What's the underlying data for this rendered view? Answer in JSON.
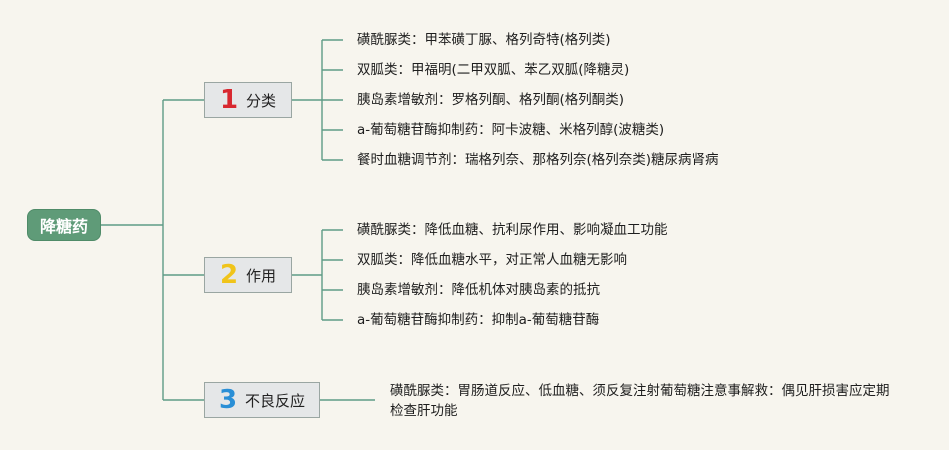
{
  "root": {
    "label": "降糖药"
  },
  "branches": [
    {
      "num": "1",
      "label": "分类",
      "num_color": "#d8282f",
      "items": [
        "磺酰脲类：甲苯磺丁脲、格列奇特(格列类)",
        "双胍类：甲福明(二甲双胍、苯乙双胍(降糖灵)",
        "胰岛素增敏剂：罗格列酮、格列酮(格列酮类)",
        "a-葡萄糖苷酶抑制药：阿卡波糖、米格列醇(波糖类)",
        "餐时血糖调节剂：瑞格列奈、那格列奈(格列奈类)糖尿病肾病"
      ]
    },
    {
      "num": "2",
      "label": "作用",
      "num_color": "#f0c419",
      "items": [
        "磺酰脲类：降低血糖、抗利尿作用、影响凝血工功能",
        "双胍类：降低血糖水平，对正常人血糖无影响",
        "胰岛素增敏剂：降低机体对胰岛素的抵抗",
        "a-葡萄糖苷酶抑制药：抑制a-葡萄糖苷酶"
      ]
    },
    {
      "num": "3",
      "label": "不良反应",
      "num_color": "#2a8fd6",
      "items": [
        "磺酰脲类：胃肠道反应、低血糖、须反复注射葡萄糖注意事解救：偶见肝损害应定期检查肝功能"
      ]
    }
  ],
  "colors": {
    "line": "#5f9b86",
    "root_fill": "#5f9b78",
    "branch_fill": "#e5e7e8",
    "background": "#f7f5ee"
  }
}
